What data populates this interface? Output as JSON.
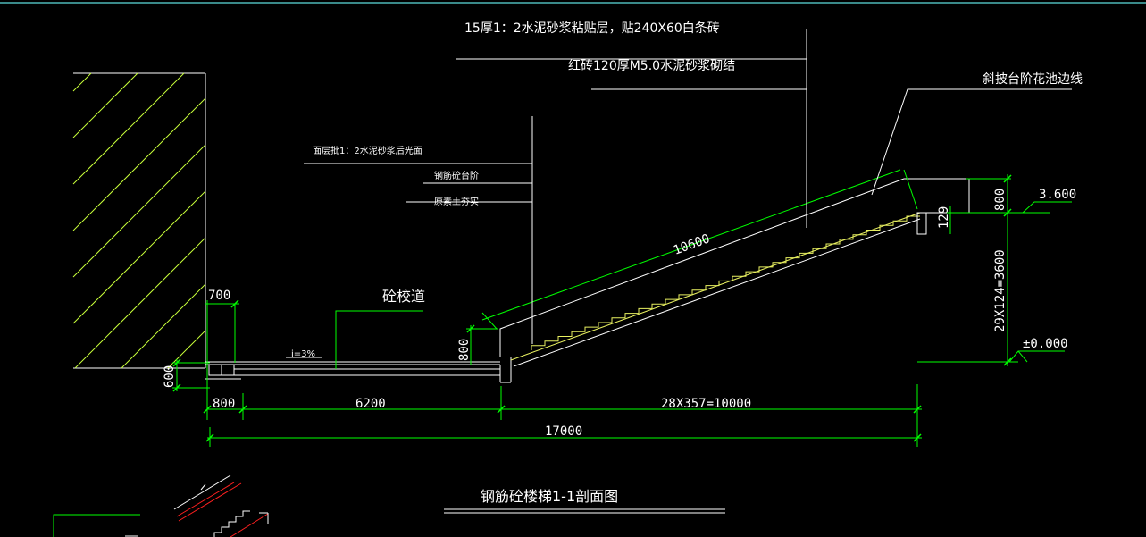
{
  "colors": {
    "background": "#000000",
    "text": "#ffffff",
    "lines": "#ffffff",
    "dimension": "#00ff00",
    "hatch": "#c8ff3a",
    "finish_line": "#e8f060",
    "detail_red": "#ff2020",
    "top_border": "#3a8a8a"
  },
  "annotations": {
    "tile_layer": "15厚1：2水泥砂浆粘贴层，贴240X60白条砖",
    "brick_wall": "红砖120厚M5.0水泥砂浆砌结",
    "planter_edge": "斜披台阶花池边线",
    "surface_finish": "面层批1：2水泥砂浆后光面",
    "rc_steps": "钢筋砼台阶",
    "compacted_soil": "原素土夯实",
    "path_label": "砼校道",
    "slope": "i=3%"
  },
  "dimensions": {
    "d700": "700",
    "d600": "600",
    "d800_left": "800",
    "d800_bottom": "800",
    "d6200": "6200",
    "d_steps": "28X357=10000",
    "d_total": "17000",
    "d_slope": "10600",
    "d800_top": "800",
    "d129": "129",
    "d_rise": "29X124=3600",
    "elev_top": "3.600",
    "elev_zero": "±0.000"
  },
  "title": "钢筋砼楼梯1-1剖面图"
}
